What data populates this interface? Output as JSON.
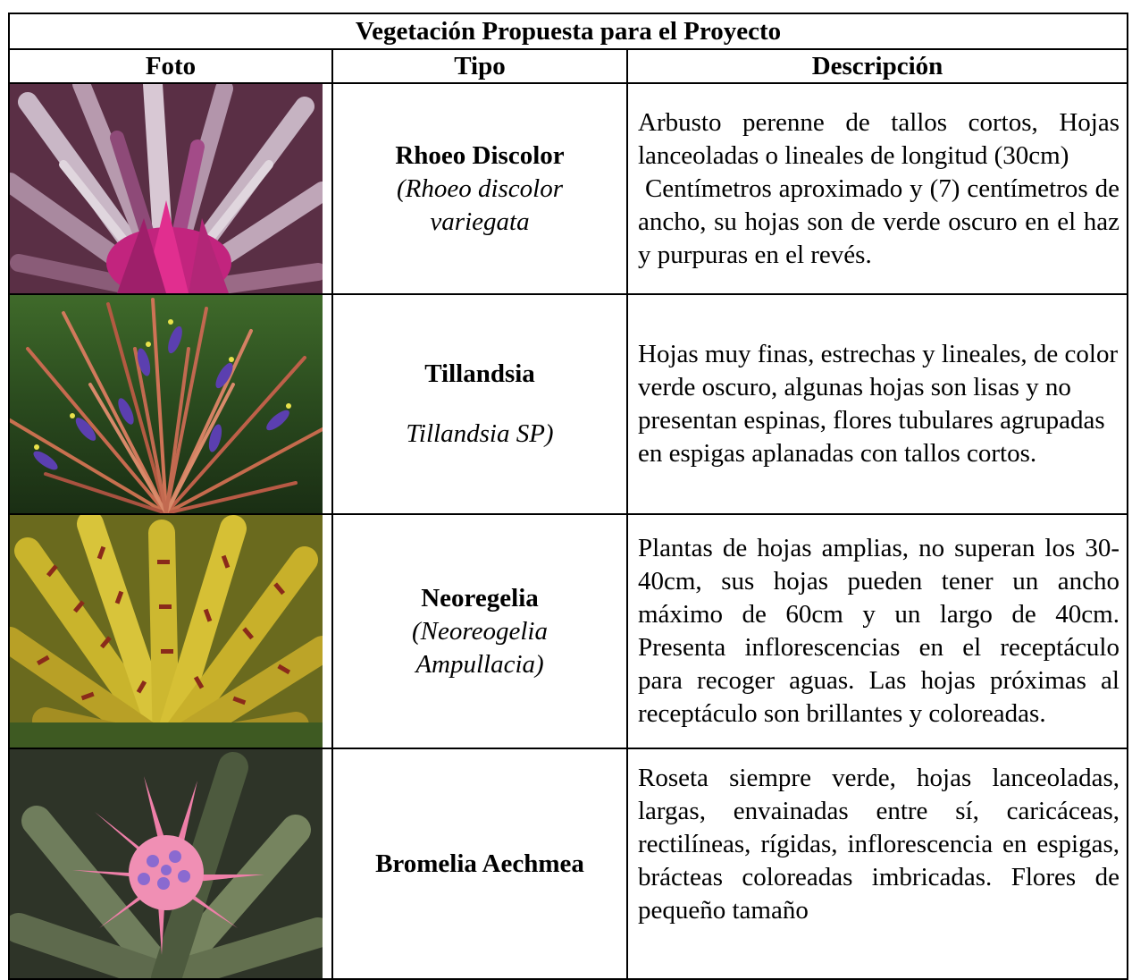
{
  "table": {
    "title": "Vegetación Propuesta para el Proyecto",
    "headers": {
      "photo": "Foto",
      "type": "Tipo",
      "description": "Descripción"
    },
    "rows": [
      {
        "name": "Rhoeo Discolor",
        "scientific_line1": "(Rhoeo discolor",
        "scientific_line2": "variegata",
        "description_lines": [
          "Arbusto perenne de tallos cortos, Hojas lanceoladas o lineales de longitud (30cm)",
          " Centímetros aproximado y (7) centímetros de ancho, su hojas son de verde oscuro en el haz y purpuras en el revés."
        ]
      },
      {
        "name": "Tillandsia",
        "scientific_line1": "Tillandsia SP)",
        "description": "Hojas muy finas, estrechas y lineales, de color verde oscuro, algunas hojas son lisas y no presentan espinas, flores tubulares agrupadas en espigas aplanadas con tallos cortos."
      },
      {
        "name": "Neoregelia",
        "scientific_line1": "(Neoreogelia",
        "scientific_line2": "Ampullacia)",
        "description": "Plantas de hojas amplias, no superan los 30-40cm, sus hojas pueden tener un ancho máximo de 60cm y un largo de 40cm. Presenta inflorescencias en el receptáculo para recoger aguas.  Las hojas próximas al receptáculo son brillantes y coloreadas."
      },
      {
        "name": "Bromelia Aechmea",
        "description": "Roseta siempre verde, hojas lanceoladas, largas, envainadas entre sí, caricáceas, rectilíneas, rígidas, inflorescencia en espigas, brácteas coloreadas imbricadas. Flores de pequeño tamaño"
      }
    ]
  }
}
